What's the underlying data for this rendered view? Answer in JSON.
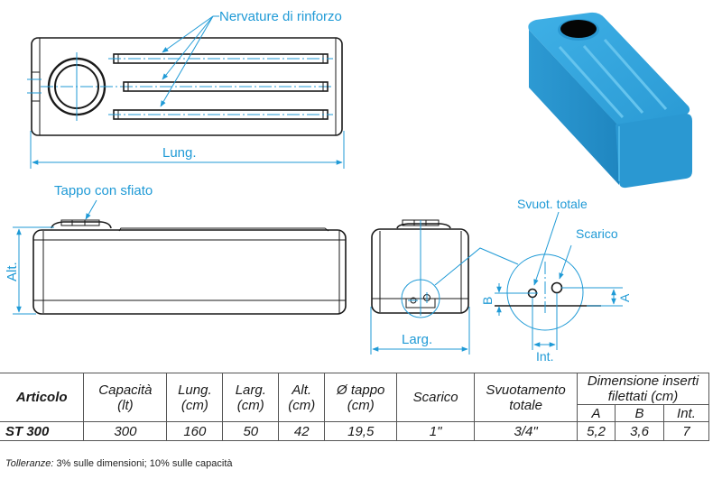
{
  "labels": {
    "ribs": "Nervature di rinforzo",
    "length": "Lung.",
    "cap_vent": "Tappo con sfiato",
    "height": "Alt.",
    "width": "Larg.",
    "full_drain": "Svuot. totale",
    "drain": "Scarico",
    "dim_b": "B",
    "dim_a": "A",
    "dim_int": "Int."
  },
  "colors": {
    "annotation": "#1f9ad6",
    "tank_blue": "#2e9fd9",
    "outline": "#1a1a1a"
  },
  "table": {
    "headers": {
      "articolo": "Articolo",
      "capacita": "Capacità",
      "capacita_unit": "(lt)",
      "lung": "Lung.",
      "lung_unit": "(cm)",
      "larg": "Larg.",
      "larg_unit": "(cm)",
      "alt": "Alt.",
      "alt_unit": "(cm)",
      "tappo": "Ø tappo",
      "tappo_unit": "(cm)",
      "scarico": "Scarico",
      "svuotamento": "Svuotamento",
      "svuotamento_2": "totale",
      "inserti": "Dimensione inserti",
      "inserti_2": "filettati (cm)",
      "a": "A",
      "b": "B",
      "int": "Int."
    },
    "rows": [
      {
        "articolo": "ST 300",
        "capacita": "300",
        "lung": "160",
        "larg": "50",
        "alt": "42",
        "tappo": "19,5",
        "scarico": "1\"",
        "svuotamento": "3/4\"",
        "a": "5,2",
        "b": "3,6",
        "int": "7"
      }
    ]
  },
  "note": {
    "label": "Tolleranze:",
    "text": " 3% sulle dimensioni; 10% sulle capacità"
  }
}
